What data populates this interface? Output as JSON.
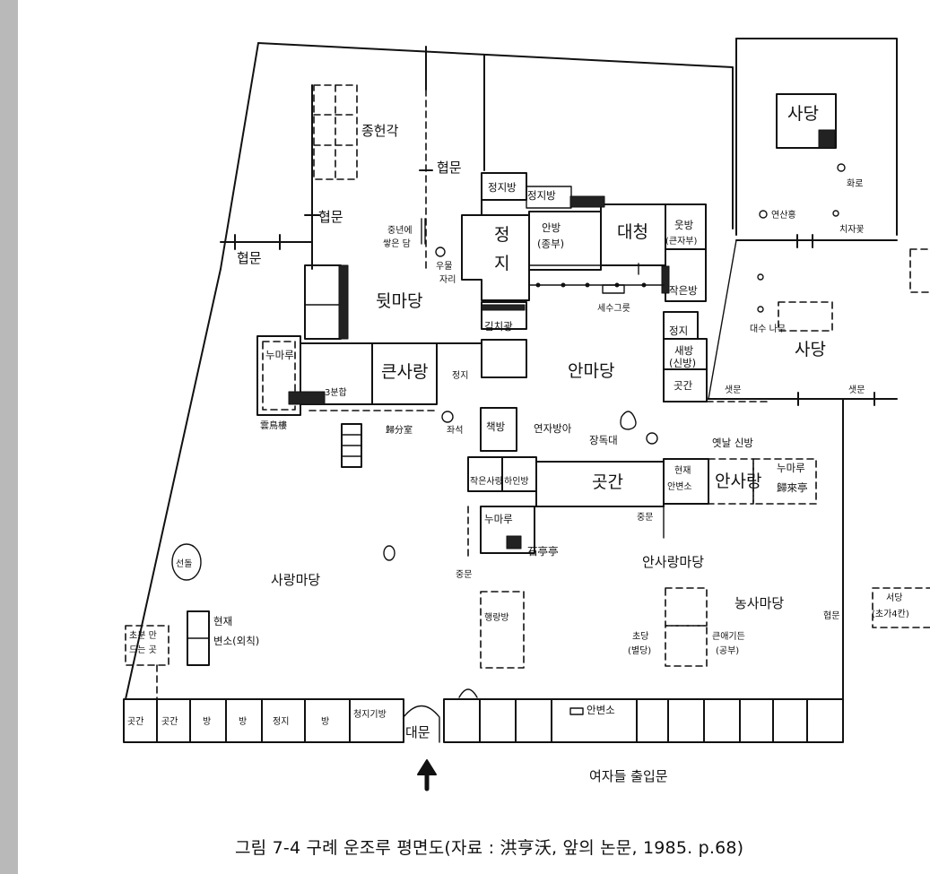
{
  "caption": "그림 7-4  구례 운조루 평면도(자료 : 洪亨沃, 앞의 논문, 1985. p.68)",
  "labels": {
    "jonghyeongak": "종헌각",
    "hyeopmun_upper": "협문",
    "hyeopmun_left": "협문",
    "hyeopmun_far_left": "협문",
    "hyeopmun_lower": "협문",
    "saryang_dang_top": "사당",
    "saryang_dang_mid": "사당",
    "hwaro": "화로",
    "yeonsanhong": "연산홍",
    "chijakkot": "치자꽃",
    "daesu_namu": "대수 나무",
    "saengmun_left": "샛문",
    "saengmun_right": "샛문",
    "jeongjibang_1": "정지방",
    "jeongjibang_2": "정지방",
    "jeong": "정",
    "ji": "지",
    "anbang": "안방",
    "jongbu": "(종부)",
    "daecheong": "대청",
    "utbang": "웃방",
    "keunjabu": "(큰자부)",
    "jageunbang": "작은방",
    "jeongji_small": "정지",
    "saebang": "새방",
    "sinbang": "(신방)",
    "gotgan_small": "곳간",
    "jungnyeon": "중년에",
    "ssaheun_dam": "쌓은 담",
    "umul": "우물",
    "jari": "자리",
    "dwitmadang": "뒷마당",
    "gimchigwang": "김치광",
    "sesugeurut": "세수그릇",
    "anmadang": "안마당",
    "numaru_left": "누마루",
    "sambunhap": "3분합",
    "keunsarang": "큰사랑",
    "jeongji_mid": "정지",
    "gwibeollae": "雲鳥樓",
    "gwibunsil": "歸分室",
    "jwaseok": "좌석",
    "chaekbang": "책방",
    "yeonjabanga": "연자방아",
    "jangdokdae": "장독대",
    "yennal_sinbang": "옛날 신방",
    "hyeonjae": "현재",
    "anbyeonso": "안변소",
    "ansarang": "안사랑",
    "numaru_right": "누마루",
    "gwiraejeong": "歸來亭",
    "jageunsarang": "작은사랑",
    "hainbang": "하인방",
    "gotgan_big": "곳간",
    "jungmun_1": "중문",
    "numaru_mid": "누마루",
    "seokjeongjeong": "石亭亭",
    "jungmun_2": "중문",
    "ansarangmadang": "안사랑마당",
    "seondol": "선돌",
    "sarangmadang": "사랑마당",
    "haengrangbang": "행랑방",
    "nongsamadang": "농사마당",
    "seodang": "서당",
    "choga4kan": "(초가4칸)",
    "choben_1": "초분 만",
    "choben_2": "드는 곳",
    "hyeonjae_byeonso": "현재",
    "byeonso_oechik": "변소(외칙)",
    "chodang": "초당",
    "byeoldang": "(별당)",
    "keunaegideun": "큰애기든",
    "gongbu": "(공부)",
    "gotgan_b1": "곳간",
    "gotgan_b2": "곳간",
    "bang_b1": "방",
    "bang_b2": "방",
    "jeongji_b": "정지",
    "bang_b3": "방",
    "jeongjibang_b": "청지기방",
    "daemun": "대문",
    "anbyeonso_bottom": "안변소",
    "yeojadeul": "여자들  출입문"
  }
}
